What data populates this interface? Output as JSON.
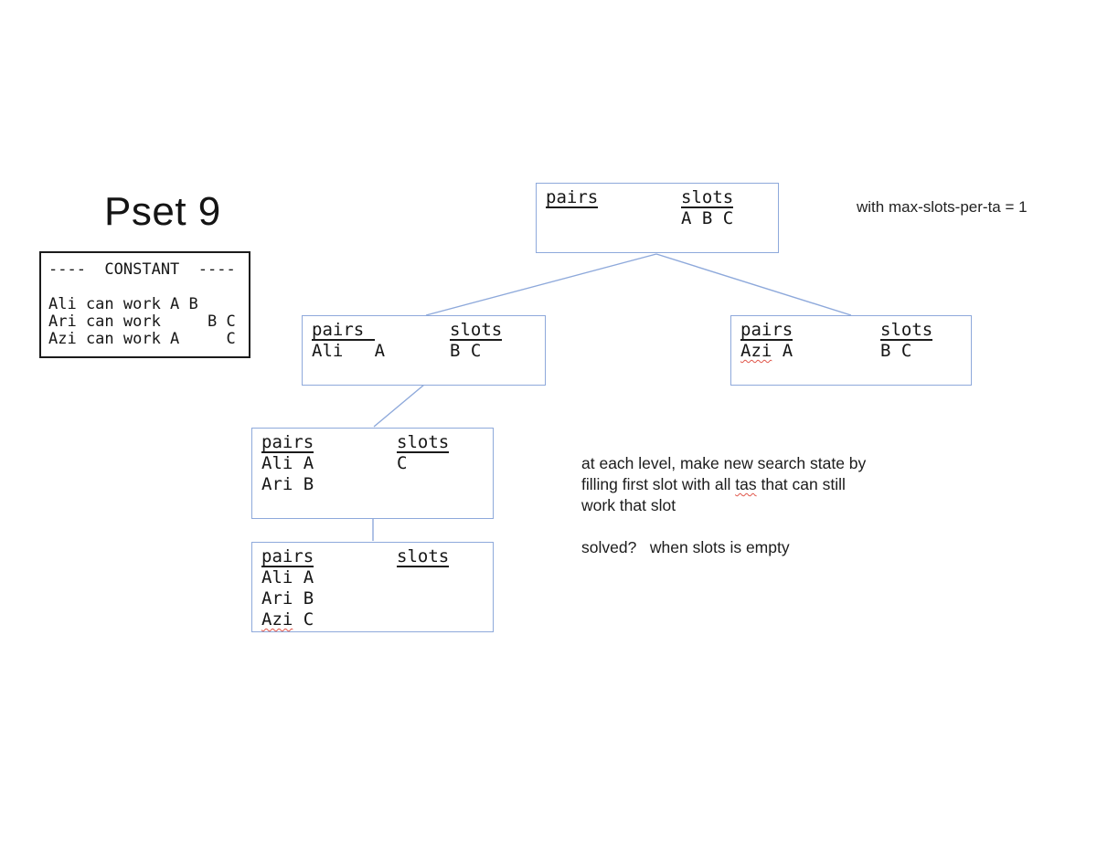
{
  "title": "Pset 9",
  "annotation": "with max-slots-per-ta = 1",
  "constant_box": {
    "lines": [
      "----  CONSTANT  ----",
      "",
      "Ali can work A B",
      "Ari can work     B C",
      "Azi can work A     C"
    ]
  },
  "tree": {
    "root": {
      "pairs_header": "pairs",
      "slots_header": "slots",
      "slots": "A B C"
    },
    "left": {
      "pairs_header": "pairs ",
      "pairs_rows": [
        "Ali   A"
      ],
      "slots_header": "slots",
      "slots": "B C"
    },
    "right": {
      "pairs_header": "pairs",
      "pairs_word": "Azi",
      "pairs_rest": " A",
      "slots_header": "slots",
      "slots": "B C"
    },
    "mid": {
      "pairs_header": "pairs",
      "pairs_rows": [
        "Ali A",
        "Ari B"
      ],
      "slots_header": "slots",
      "slots": "C"
    },
    "leaf": {
      "pairs_header": "pairs",
      "pairs_rows": [
        "Ali A",
        "Ari B"
      ],
      "pairs_word": "Azi",
      "pairs_rest": " C",
      "slots_header": "slots",
      "slots": ""
    }
  },
  "notes": {
    "line1": "at each level, make new search state by",
    "line2_pre": "filling first slot with all ",
    "line2_word": "tas",
    "line2_post": " that can still",
    "line3": "work that slot",
    "solved": "solved?   when slots is empty"
  },
  "colors": {
    "box_border": "#8ea9db",
    "edge": "#8ea9db",
    "text": "#1a1a1a",
    "squiggle": "#e0564a"
  }
}
